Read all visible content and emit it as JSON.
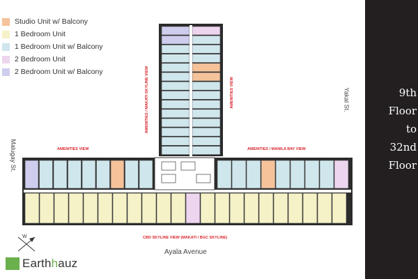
{
  "legend": [
    {
      "label": "Studio Unit w/ Balcony",
      "color": "#f5c29a"
    },
    {
      "label": "1 Bedroom Unit",
      "color": "#f5f2c8"
    },
    {
      "label": "1 Bedroom Unit w/ Balcony",
      "color": "#cfe6ec"
    },
    {
      "label": "2 Bedroom Unit",
      "color": "#eed5ef"
    },
    {
      "label": "2 Bedroom Unit w/ Balcony",
      "color": "#cfcdee"
    }
  ],
  "floor_label": "9th\nFloor\nto\n32nd\nFloor",
  "views": {
    "makati_skyline": "AMENITIES / MAKATI SKYLINE VIEW",
    "makati_skyline_right": "AMENITIES VIEW",
    "amenities_left": "AMENITIES VIEW",
    "manila_bay": "AMENITIES / MANILA BAY VIEW",
    "cbd_skyline": "CBD SKYLINE VIEW (MAKATI / BGC SKYLINE)"
  },
  "streets": {
    "yakal": "Yakal St.",
    "malugay": "Malugay St.",
    "ayala": "Ayala Avenue"
  },
  "compass_letter": "W",
  "logo": {
    "prefix": "Earth",
    "suffix": "auz",
    "mid": "h"
  }
}
